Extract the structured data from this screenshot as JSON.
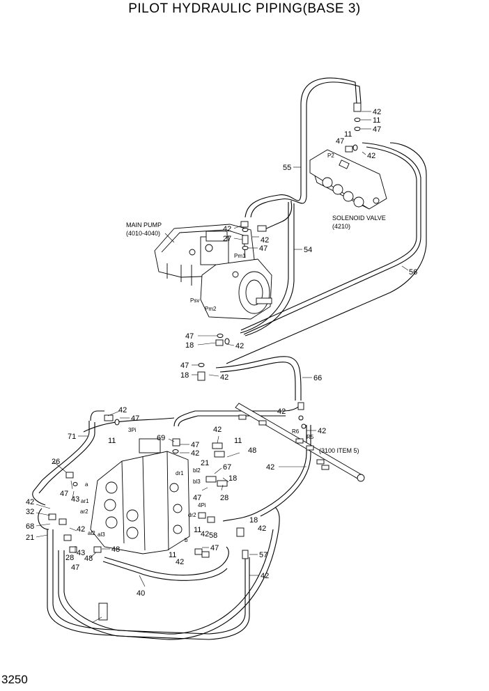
{
  "title": "PILOT HYDRAULIC PIPING(BASE 3)",
  "page_number": "3250",
  "components": {
    "main_pump": [
      "MAIN PUMP",
      "(4010-4040)"
    ],
    "solenoid_valve": [
      "SOLENOID VALVE",
      "(4210)"
    ],
    "item_ref": "(3100 ITEM 5)"
  },
  "port_labels": [
    "P2",
    "Pm1",
    "Psv",
    "Pm2",
    "3Pi",
    "a",
    "ar1",
    "ar2",
    "al2",
    "al3",
    "dr1",
    "bl2",
    "bl3",
    "4Pi",
    "dr2",
    "b",
    "R6",
    "R5"
  ],
  "callouts": [
    "42",
    "11",
    "47",
    "11",
    "47",
    "42",
    "55",
    "42",
    "27",
    "42",
    "47",
    "54",
    "56",
    "47",
    "42",
    "18",
    "47",
    "42",
    "18",
    "66",
    "42",
    "47",
    "71",
    "11",
    "42",
    "42",
    "69",
    "42",
    "11",
    "47",
    "42",
    "26",
    "48",
    "21",
    "67",
    "42",
    "18",
    "47",
    "43",
    "28",
    "42",
    "32",
    "42",
    "68",
    "21",
    "43",
    "48",
    "48",
    "47",
    "11",
    "42",
    "47",
    "18",
    "42",
    "57",
    "42",
    "28",
    "47",
    "11",
    "42",
    "58",
    "40"
  ]
}
